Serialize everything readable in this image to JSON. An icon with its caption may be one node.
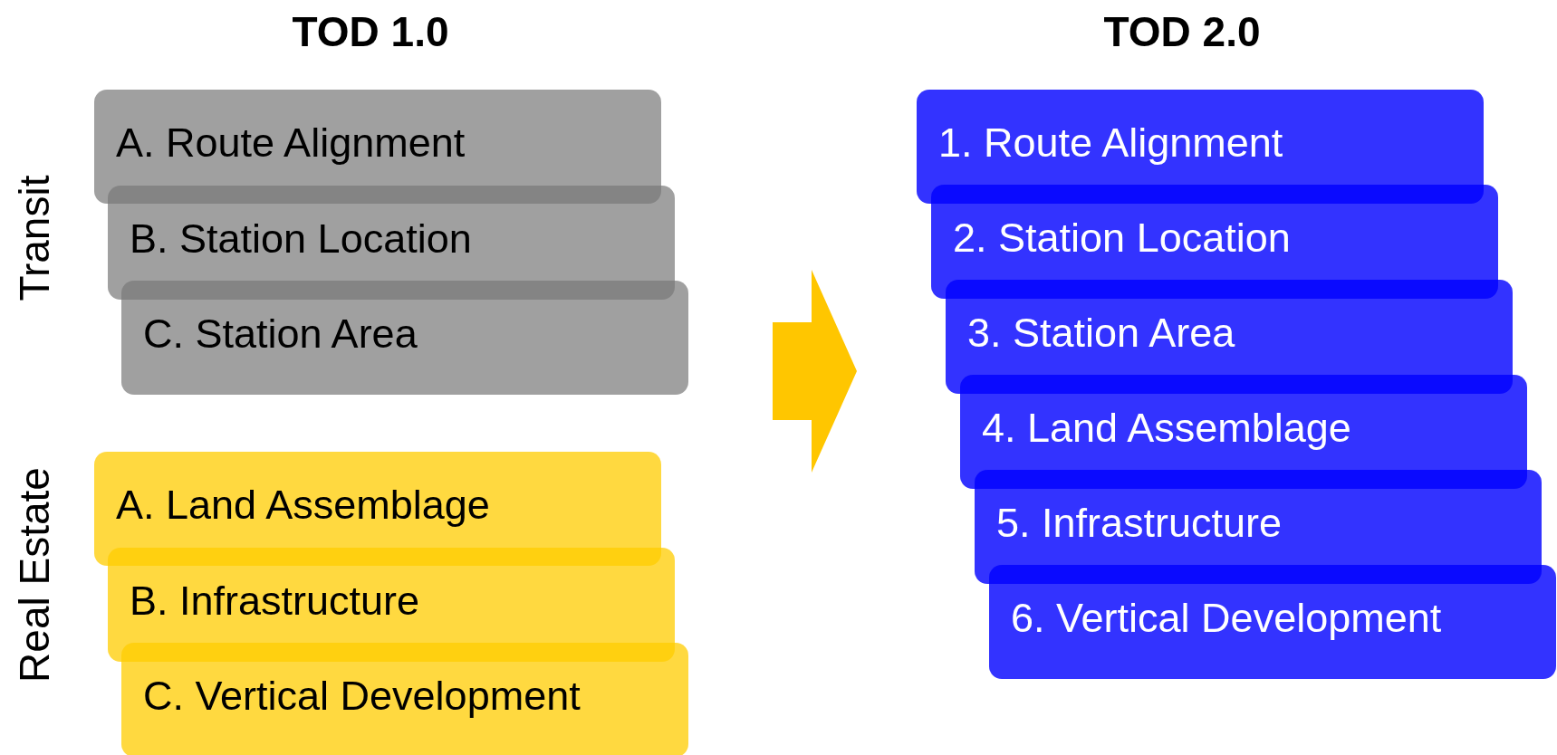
{
  "diagram": {
    "nodes": [
      {
        "text": [
          "A. Route Alignment"
        ]
      },
      {
        "text": [
          "B. Station Location"
        ]
      },
      {
        "text": [
          "C. Station Area"
        ]
      },
      {
        "text": [
          "A. Land Assemblage"
        ]
      },
      {
        "text": [
          "B. Infrastructure"
        ]
      },
      {
        "text": [
          "C. Vertical Development"
        ]
      },
      {
        "text": [
          "1. Route Alignment"
        ]
      },
      {
        "text": [
          "2. Station Location"
        ]
      },
      {
        "text": [
          "3. Station Area"
        ]
      },
      {
        "text": [
          "4. Land Assemblage"
        ]
      },
      {
        "text": [
          "5. Infrastructure"
        ]
      },
      {
        "text": [
          "6. Vertical Development"
        ]
      }
    ],
    "labels": [
      "TOD 1.0",
      "TOD 2.0",
      "Transit",
      "Real Estate"
    ]
  }
}
